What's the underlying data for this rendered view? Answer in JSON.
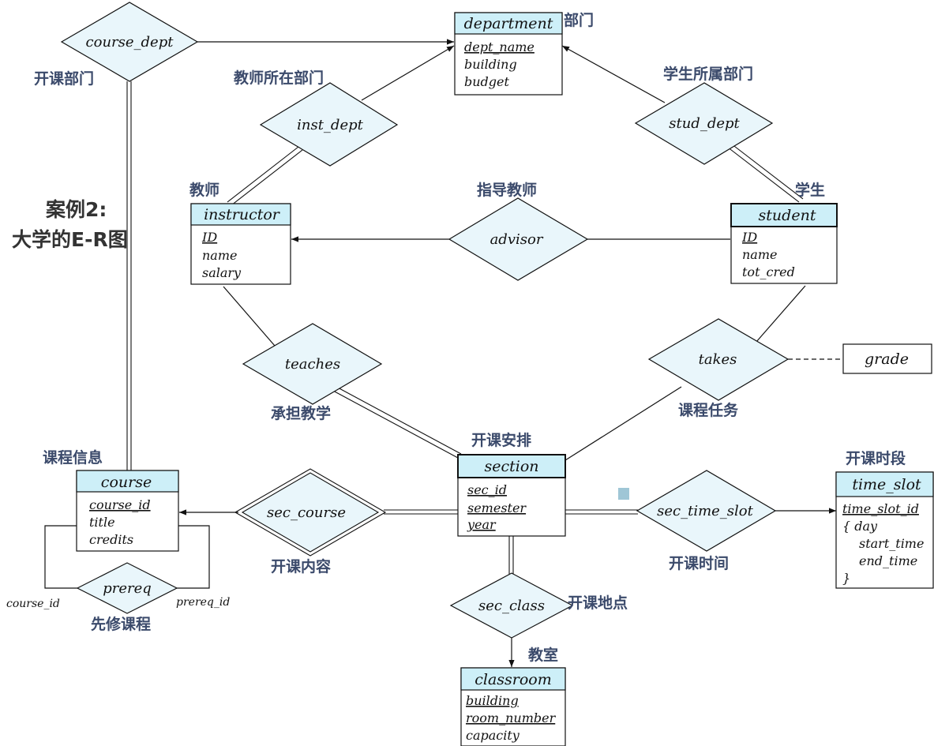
{
  "title": {
    "line1": "案例2:",
    "line2": "大学的E-R图"
  },
  "colors": {
    "entity_header": "#cdeff8",
    "diamond": "#e9f6fb",
    "accent_square": "#9fc6d6"
  },
  "entities": {
    "department": {
      "name": "department",
      "attrs": [
        "dept_name",
        "building",
        "budget"
      ],
      "label_cn": "部门"
    },
    "instructor": {
      "name": "instructor",
      "attrs": [
        "ID",
        "name",
        "salary"
      ],
      "label_cn": "教师"
    },
    "student": {
      "name": "student",
      "attrs": [
        "ID",
        "name",
        "tot_cred"
      ],
      "label_cn": "学生"
    },
    "section": {
      "name": "section",
      "attrs": [
        "sec_id",
        "semester",
        "year"
      ],
      "label_cn": "开课安排"
    },
    "course": {
      "name": "course",
      "attrs": [
        "course_id",
        "title",
        "credits"
      ],
      "label_cn": "课程信息"
    },
    "time_slot": {
      "name": "time_slot",
      "attrs": [
        "time_slot_id",
        "{  day",
        "start_time",
        "end_time",
        "}"
      ],
      "label_cn": "开课时段"
    },
    "classroom": {
      "name": "classroom",
      "attrs": [
        "building",
        "room_number",
        "capacity"
      ],
      "label_cn": "教室"
    }
  },
  "relationships": {
    "course_dept": {
      "name": "course_dept",
      "label_cn": "开课部门"
    },
    "inst_dept": {
      "name": "inst_dept",
      "label_cn": "教师所在部门"
    },
    "stud_dept": {
      "name": "stud_dept",
      "label_cn": "学生所属部门"
    },
    "advisor": {
      "name": "advisor",
      "label_cn": "指导教师"
    },
    "teaches": {
      "name": "teaches",
      "label_cn": "承担教学"
    },
    "takes": {
      "name": "takes",
      "label_cn": "课程任务"
    },
    "sec_course": {
      "name": "sec_course",
      "label_cn": "开课内容"
    },
    "sec_time_slot": {
      "name": "sec_time_slot",
      "label_cn": "开课时间"
    },
    "sec_class": {
      "name": "sec_class",
      "label_cn": "开课地点"
    },
    "prereq": {
      "name": "prereq",
      "label_cn": "先修课程"
    }
  },
  "relationship_attribute": {
    "name": "grade"
  },
  "roles": {
    "course_id": "course_id",
    "prereq_id": "prereq_id"
  }
}
